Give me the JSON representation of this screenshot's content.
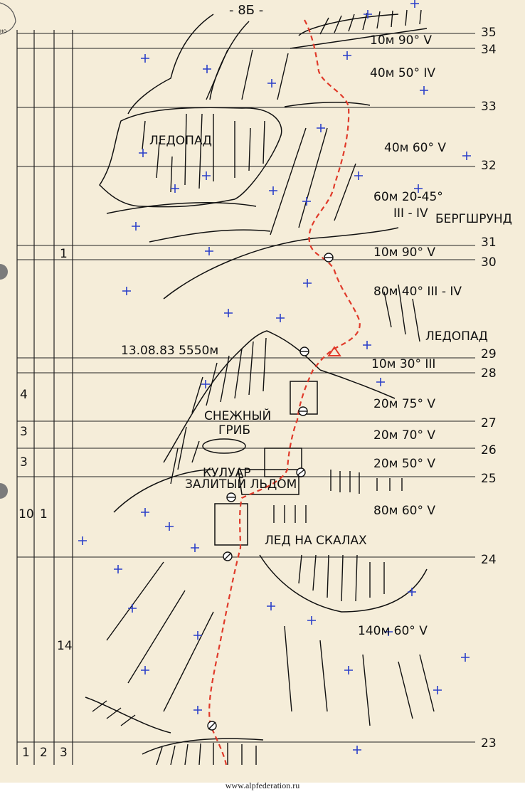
{
  "page_number": "- 8Б -",
  "grid": {
    "column_labels": [
      "1",
      "2",
      "3"
    ],
    "row_labels": [
      "23",
      "24",
      "25",
      "26",
      "27",
      "28",
      "29",
      "30",
      "31",
      "32",
      "33",
      "34",
      "35"
    ],
    "left_values": [
      {
        "row": "30-31",
        "col2": "",
        "col3": "1"
      },
      {
        "row": "27-28",
        "col1": "4"
      },
      {
        "row": "26-27",
        "col1": "3"
      },
      {
        "row": "25-26",
        "col1": "3"
      },
      {
        "row": "24-25",
        "col1": "10",
        "col2": "1"
      },
      {
        "row": "23-24",
        "col3": "14"
      }
    ]
  },
  "sections": [
    {
      "id": "35-34",
      "text": "10м 90° V"
    },
    {
      "id": "34-33",
      "text": "40м 50° IV"
    },
    {
      "id": "33-32",
      "text": "40м 60° V"
    },
    {
      "id": "32-31",
      "text": "60м 20-45°",
      "text2": "III - IV"
    },
    {
      "id": "31-30",
      "text": "10м 90° V"
    },
    {
      "id": "30-29",
      "text": "80м 40° III - IV"
    },
    {
      "id": "29-28",
      "text": "10м 30° III"
    },
    {
      "id": "28-27",
      "text": "20м 75° V"
    },
    {
      "id": "27-26",
      "text": "20м 70° V"
    },
    {
      "id": "26-25",
      "text": "20м 50° V"
    },
    {
      "id": "25-24",
      "text": "80м 60° V"
    },
    {
      "id": "24-23",
      "text": "140м 60° V"
    }
  ],
  "labels": {
    "icefall_top": "ЛЕДОПАД",
    "bergschrund": "БЕРГШРУНД",
    "icefall_right": "ЛЕДОПАД",
    "bivouac": "13.08.83  5550м",
    "snow_mushroom_1": "СНЕЖНЫЙ",
    "snow_mushroom_2": "ГРИБ",
    "couloir_1": "КУЛУАР",
    "couloir_2": "ЗАЛИТЫЙ ЛЬДОМ",
    "ice_on_rocks": "ЛЕД НА СКАЛАХ"
  },
  "footer": "www.alpfederation.ru",
  "colors": {
    "route": "#e03a2a",
    "plus": "#2b3fc9",
    "ink": "#111111"
  }
}
